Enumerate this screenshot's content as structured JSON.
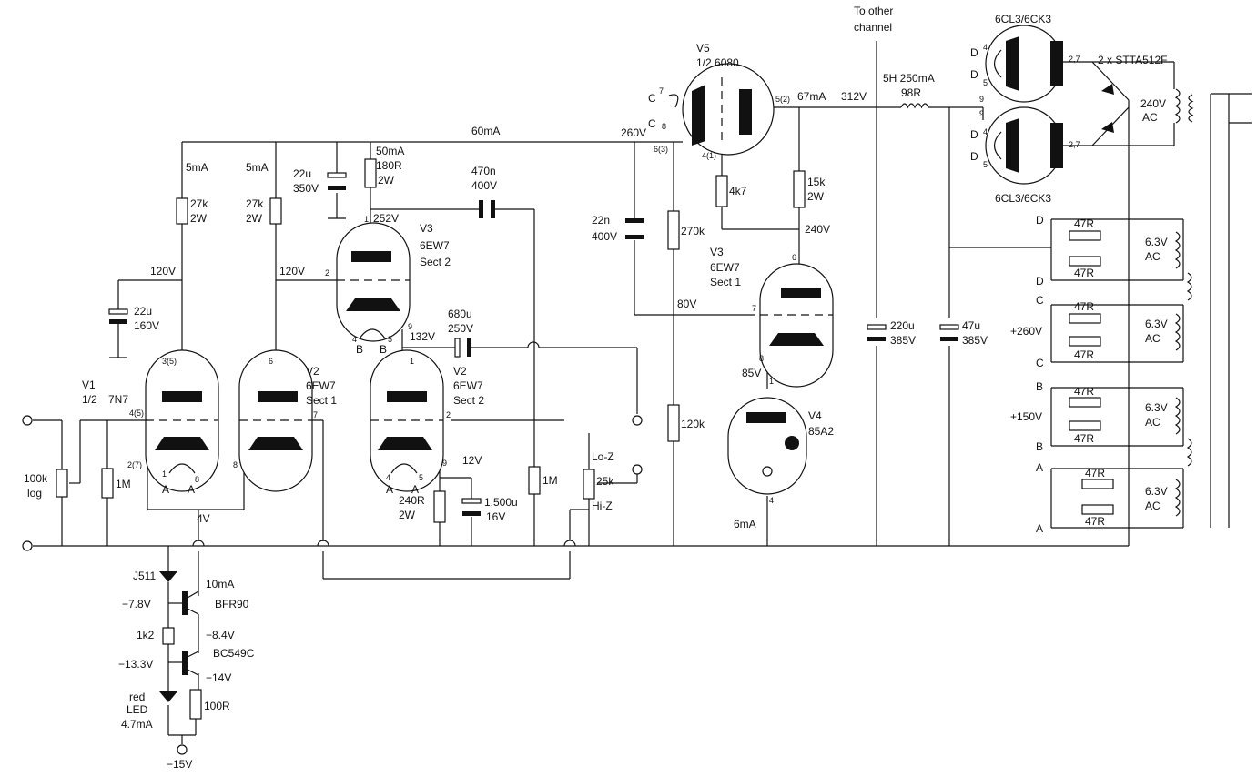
{
  "labels": {
    "to_other": "To other",
    "channel": "channel",
    "rect_tube": "6CL3/6CK3",
    "diodes": "2 x STTA512F",
    "v5": "V5",
    "v5_half": "1/2 6080",
    "choke": "5H 250mA",
    "choke_r": "98R",
    "ma67": "67mA",
    "v312": "312V",
    "ac240": "240V",
    "ac": "AC",
    "ma60": "60mA",
    "v260": "260V",
    "ma50": "50mA",
    "r180": "180R",
    "w2": "2W",
    "c470": "470n",
    "v400": "400V",
    "ma5": "5mA",
    "r27k": "27k",
    "c22u": "22u",
    "v350": "350V",
    "v252": "252V",
    "v3": "V3",
    "tube_6ew7": "6EW7",
    "sect2": "Sect 2",
    "sect1": "Sect 1",
    "c22n": "22n",
    "r270k": "270k",
    "r4k7": "4k7",
    "r15k": "15k",
    "v240": "240V",
    "v120": "120V",
    "v160": "160V",
    "v80": "80V",
    "c680": "680u",
    "v250": "250V",
    "v132": "132V",
    "v85": "85V",
    "v4": "V4",
    "tube_85a2": "85A2",
    "c220u": "220u",
    "c47u": "47u",
    "v385": "385V",
    "v1": "V1",
    "half": "1/2",
    "tube_7n7": "7N7",
    "v2": "V2",
    "r47r": "47R",
    "ac63": "6.3V",
    "pD": "D",
    "pC": "C",
    "pB": "B",
    "pA": "A",
    "p260": "+260V",
    "p150": "+150V",
    "r100k": "100k",
    "log": "log",
    "r1m": "1M",
    "r120k": "120k",
    "v12": "12V",
    "r240": "240R",
    "c1500": "1,500u",
    "v16": "16V",
    "loz": "Lo-Z",
    "hiz": "Hi-Z",
    "r25k": "25k",
    "v4v": "4V",
    "ma6": "6mA",
    "j511": "J511",
    "ma10": "10mA",
    "vm78": "−7.8V",
    "bfr90": "BFR90",
    "vm84": "−8.4V",
    "r1k2": "1k2",
    "bc549": "BC549C",
    "vm133": "−13.3V",
    "vm14": "−14V",
    "red": "red",
    "led": "LED",
    "ma47": "4.7mA",
    "r100r": "100R",
    "vm15": "−15V",
    "pin_1": "1",
    "pin_2": "2",
    "pin_3_5": "3(5)",
    "pin_4": "4",
    "pin_4_5": "4(5)",
    "pin_2_7": "2(7)",
    "pin_5": "5",
    "pin_6": "6",
    "pin_7": "7",
    "pin_8": "8",
    "pin_9": "9",
    "pin_5_2": "5(2)",
    "pin_6_3": "6(3)",
    "pin_4_1": "4(1)",
    "pin_27": "2,7"
  }
}
